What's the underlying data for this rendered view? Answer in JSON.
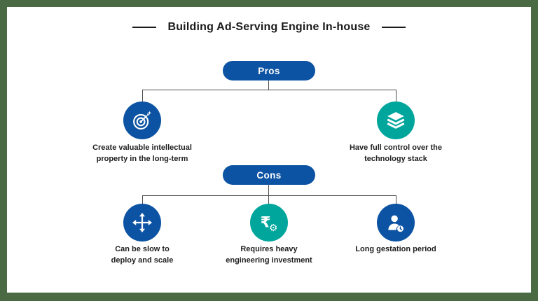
{
  "title": "Building Ad-Serving Engine In-house",
  "pros": {
    "label": "Pros",
    "items": [
      {
        "icon": "target-icon",
        "label": "Create valuable intellectual\nproperty in the long-term",
        "color": "#0d53a3"
      },
      {
        "icon": "layers-icon",
        "label": "Have full control over the\ntechnology stack",
        "color": "#00a69c"
      }
    ]
  },
  "cons": {
    "label": "Cons",
    "items": [
      {
        "icon": "move-arrows-icon",
        "label": "Can be slow to\ndeploy and scale",
        "color": "#0d53a3"
      },
      {
        "icon": "rupee-gear-icon",
        "label": "Requires heavy\nengineering investment",
        "color": "#00a69c"
      },
      {
        "icon": "person-clock-icon",
        "label": "Long gestation period",
        "color": "#0d53a3"
      }
    ]
  },
  "colors": {
    "frame": "#4a6a44",
    "pill": "#0d53a3",
    "blue": "#0d53a3",
    "teal": "#00a69c",
    "line": "#4d4d4d",
    "text": "#1f1f1f"
  }
}
